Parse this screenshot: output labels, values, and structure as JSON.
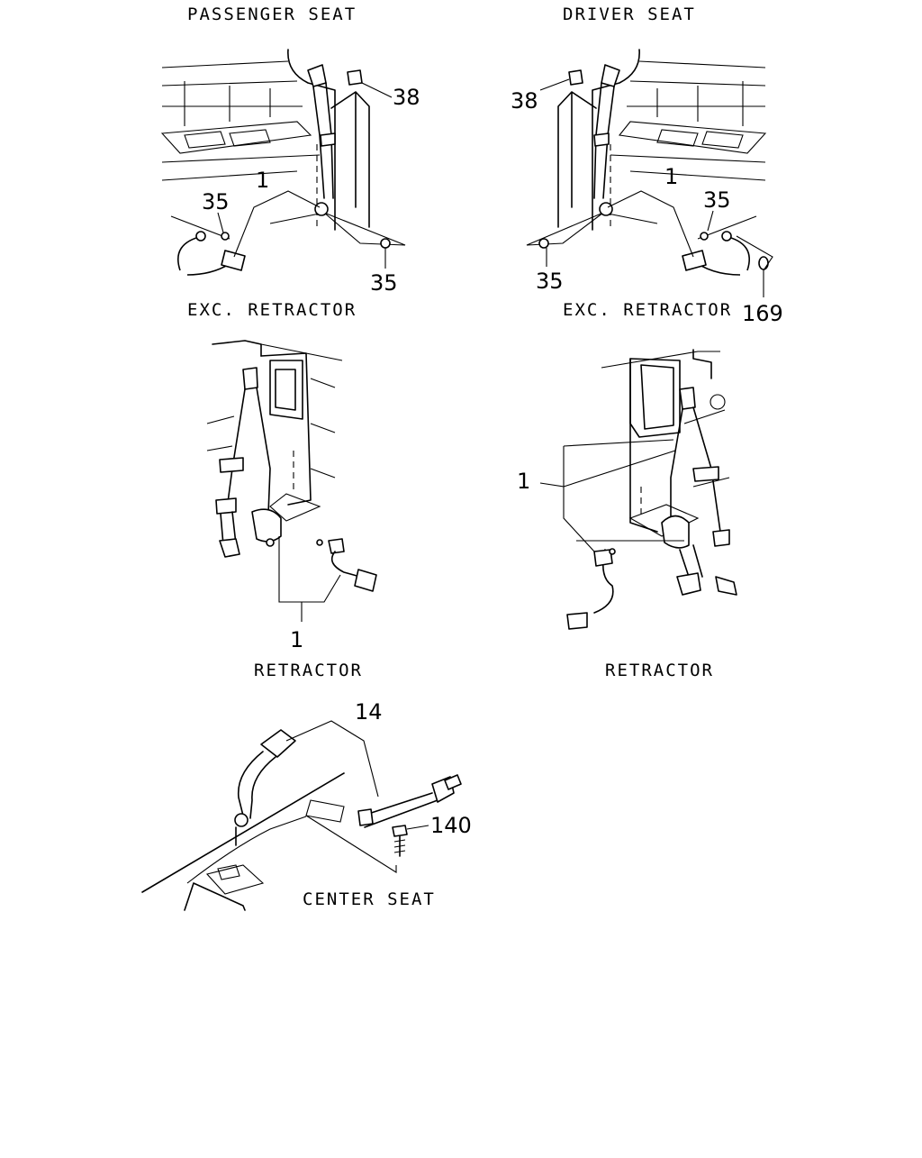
{
  "panels": {
    "passenger": {
      "title": "PASSENGER SEAT",
      "subtitle": "EXC. RETRACTOR"
    },
    "driver": {
      "title": "DRIVER SEAT",
      "subtitle": "EXC. RETRACTOR"
    },
    "passenger_retractor": {
      "subtitle": "RETRACTOR"
    },
    "driver_retractor": {
      "subtitle": "RETRACTOR"
    },
    "center": {
      "title": "CENTER SEAT"
    }
  },
  "callouts": {
    "p_38": "38",
    "p_1": "1",
    "p_35a": "35",
    "p_35b": "35",
    "d_38": "38",
    "d_1": "1",
    "d_35a": "35",
    "d_35b": "35",
    "d_169": "169",
    "pr_1": "1",
    "dr_1": "1",
    "c_14": "14",
    "c_140": "140"
  }
}
